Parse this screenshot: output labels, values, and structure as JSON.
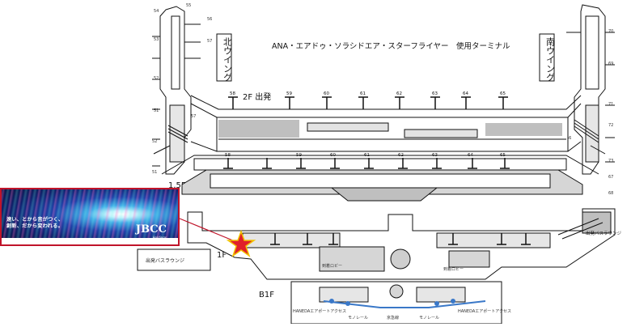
{
  "map": {
    "title": "ANA・エアドゥ・ソラシドエア・スターフライヤー　使用ターミナル",
    "wings": {
      "north": "北ウイング",
      "south": "南ウイング"
    },
    "floors": {
      "f2": "2F  出発",
      "f15": "1.5F  到着",
      "f1": "1F",
      "b1": "B1F"
    },
    "top_gates": [
      "58",
      "59",
      "60",
      "61",
      "62",
      "63",
      "64",
      "65"
    ],
    "mid_gates": [
      "58",
      "59",
      "60",
      "61",
      "62",
      "63",
      "64",
      "65"
    ],
    "left_gates": [
      "54",
      "55",
      "56",
      "53",
      "57",
      "52",
      "51",
      "52",
      "57",
      "51"
    ],
    "right_gates": [
      "71",
      "72",
      "73",
      "66",
      "67",
      "68",
      "69",
      "70"
    ],
    "bus_lounge_left": "出発バスラウンジ",
    "bus_lounge_right": "出発バスラウンジ",
    "lobby_left": "到着ロビー",
    "lobby_right": "到着ロビー",
    "b1_labels": [
      "京急線",
      "モノレール",
      "モノレール",
      "HANEDAエアポートアクセス",
      "HANEDAエアポートアクセス"
    ],
    "colors": {
      "ad_border": "#c0142a",
      "marker": "#e0202a",
      "marker_outline": "#f2c200",
      "gray_area": "#bfbfbf"
    }
  },
  "ad": {
    "text_line1": "速い、とから音がつく、",
    "text_line2": "創新、だから変われる。",
    "logo": "JBCC",
    "logo_sub": "Holdings"
  },
  "marker": {
    "icon": "star-icon"
  }
}
